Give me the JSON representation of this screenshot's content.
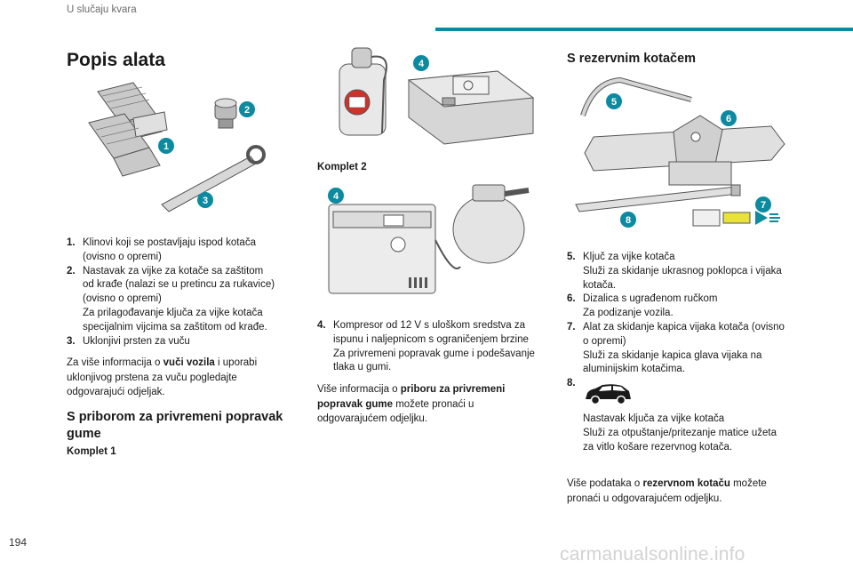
{
  "header": {
    "section": "U slučaju kvara"
  },
  "page_number": "194",
  "watermark": "carmanualsonline.info",
  "col1": {
    "title": "Popis alata",
    "figure_labels": [
      "1",
      "2",
      "3"
    ],
    "items": [
      {
        "n": "1.",
        "lines": [
          "Klinovi koji se postavljaju ispod kotača",
          "(ovisno o opremi)"
        ]
      },
      {
        "n": "2.",
        "lines": [
          "Nastavak za vijke za kotače sa zaštitom",
          "od krađe (nalazi se u pretincu za rukavice)",
          "(ovisno o opremi)",
          "Za prilagođavanje ključa za vijke kotača",
          "specijalnim vijcima sa zaštitom od krađe."
        ]
      },
      {
        "n": "3.",
        "lines": [
          "Uklonjivi prsten za vuču"
        ]
      }
    ],
    "para": {
      "pre": "Za više informacija o ",
      "bold": "vuči vozila",
      "post": " i uporabi uklonjivog prstena za vuču pogledajte odgovarajući odjeljak."
    },
    "section_title": "S priborom za privremeni popravak gume",
    "kit1": "Komplet 1"
  },
  "col2": {
    "figure1_label": "4",
    "kit2": "Komplet 2",
    "figure2_label": "4",
    "items": [
      {
        "n": "4.",
        "lines": [
          "Kompresor od 12 V s uloškom sredstva za",
          "ispunu i naljepnicom s ograničenjem brzine",
          "Za privremeni popravak gume i podešavanje",
          "tlaka u gumi."
        ]
      }
    ],
    "para": {
      "pre": "Više informacija o ",
      "bold": "priboru za privremeni popravak gume",
      "post": " možete pronaći u odgovarajućem odjeljku."
    }
  },
  "col3": {
    "title": "S rezervnim kotačem",
    "figure_labels": [
      "5",
      "6",
      "7",
      "8"
    ],
    "items": [
      {
        "n": "5.",
        "lines": [
          "Ključ za vijke kotača",
          "Služi za skidanje ukrasnog poklopca i vijaka",
          "kotača."
        ]
      },
      {
        "n": "6.",
        "lines": [
          "Dizalica s ugrađenom ručkom",
          "Za podizanje vozila."
        ]
      },
      {
        "n": "7.",
        "lines": [
          "Alat za skidanje kapica vijaka kotača (ovisno",
          "o opremi)",
          "Služi za skidanje kapica glava vijaka na",
          "aluminijskim kotačima."
        ]
      }
    ],
    "item8": {
      "n": "8.",
      "icon": "car-icon",
      "lines": [
        "Nastavak ključa za vijke kotača",
        "Služi za otpuštanje/pritezanje matice užeta",
        "za vitlo košare rezervnog kotača."
      ]
    },
    "para": {
      "pre": "Više podataka o ",
      "bold": "rezervnom kotaču",
      "post": " možete pronaći u odgovarajućem odjeljku."
    }
  },
  "colors": {
    "accent": "#0b8aa0",
    "sprayer_red": "#d0322a",
    "highlight_yellow": "#e8e23a"
  }
}
